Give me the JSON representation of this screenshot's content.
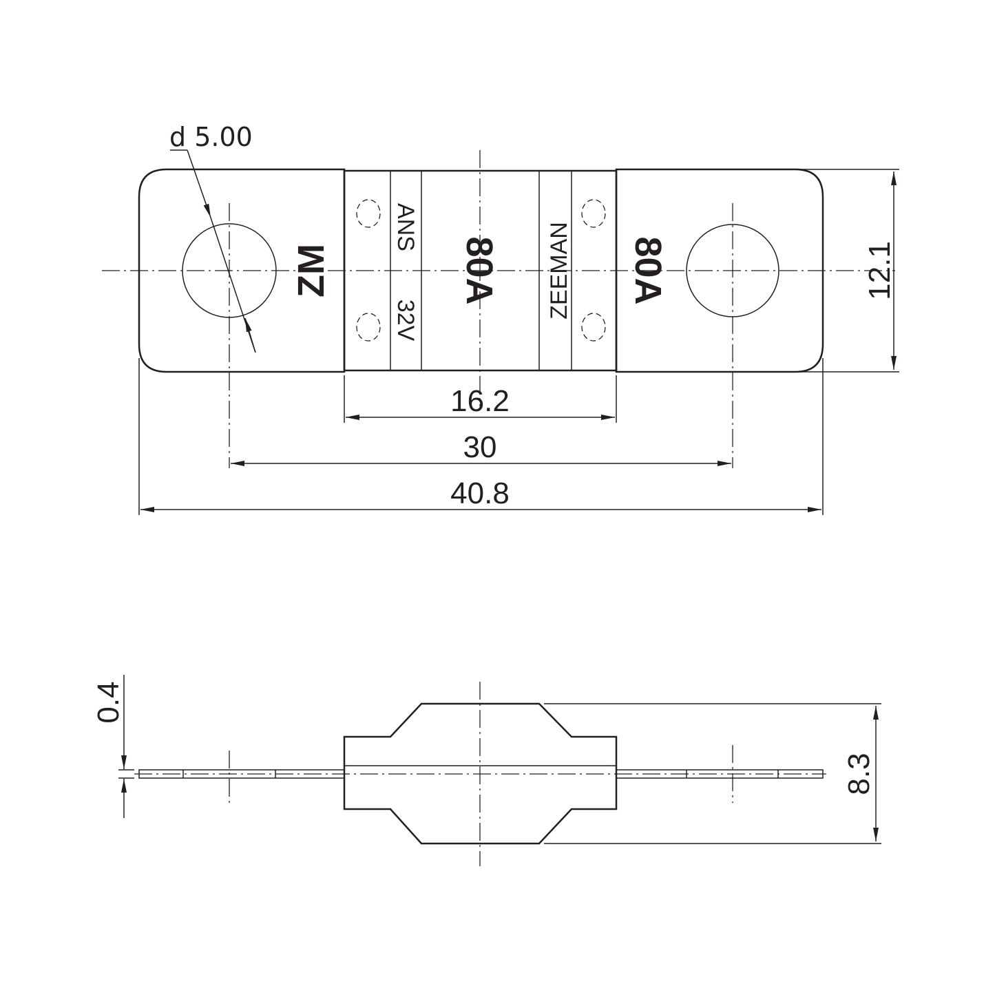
{
  "title_view": {
    "hole_label": "d 5.00",
    "markings": {
      "left_tab": "ZM",
      "band_top": "ANS",
      "band_bottom": "32V",
      "center_rating": "80A",
      "brand": "ZEEMAN",
      "right_tab": "80A"
    },
    "dimensions": {
      "height": "12.1",
      "body_length": "16.2",
      "hole_spacing": "30",
      "overall_length": "40.8"
    }
  },
  "side_view": {
    "dimensions": {
      "blade_thickness": "0.4",
      "body_height": "8.3"
    }
  },
  "colors": {
    "line": "#231f20",
    "background": "#ffffff"
  }
}
